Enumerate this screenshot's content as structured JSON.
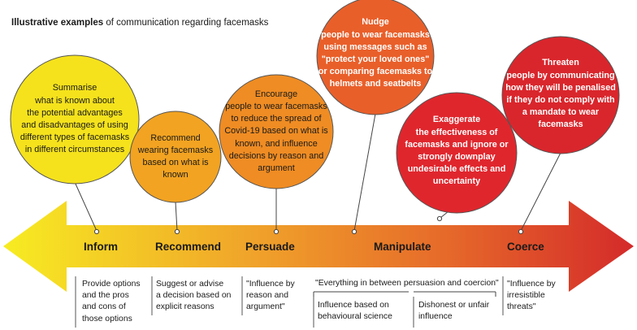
{
  "title": {
    "bold": "Illustrative examples",
    "rest": " of communication regarding facemasks"
  },
  "bubbles": {
    "inform": {
      "lines": [
        "Summarise",
        "what is known about",
        "the potential advantages",
        "and disadvantages of using",
        "different types of facemasks",
        "in different circumstances"
      ],
      "color": "#f5e21c"
    },
    "recommend": {
      "lines": [
        "Recommend",
        "wearing facemasks",
        "based on what is",
        "known"
      ],
      "color": "#f2a321"
    },
    "persuade": {
      "lines": [
        "Encourage",
        "people to wear facemasks",
        "to reduce the spread of",
        "Covid-19 based on what is",
        "known, and influence",
        "decisions by reason and",
        "argument"
      ],
      "color": "#ef8c23"
    },
    "nudge": {
      "lines": [
        "Nudge",
        "people to wear facemasks",
        "using messages such as",
        "\"protect your loved ones\"",
        "or comparing facemasks to",
        "helmets and seatbelts"
      ],
      "color": "#e95f2a"
    },
    "exaggerate": {
      "lines": [
        "Exaggerate",
        "the effectiveness of",
        "facemasks and ignore or",
        "strongly downplay",
        "undesirable effects and",
        "uncertainty"
      ],
      "color": "#e0262d"
    },
    "threaten": {
      "lines": [
        "Threaten",
        "people by communicating",
        "how they will be penalised",
        "if they do not comply with",
        "a mandate to wear",
        "facemasks"
      ],
      "color": "#d9262c"
    }
  },
  "stages": {
    "inform": "Inform",
    "recommend": "Recommend",
    "persuade": "Persuade",
    "manipulate": "Manipulate",
    "coerce": "Coerce"
  },
  "descriptions": {
    "inform": [
      "Provide options",
      "and the pros",
      "and cons of",
      "those options"
    ],
    "recommend": [
      "Suggest or advise",
      "a decision based on",
      "explicit reasons"
    ],
    "persuade": [
      "\"Influence by",
      "reason and",
      "argument\""
    ],
    "manipulate_header": "\"Everything in between persuasion and coercion\"",
    "manipulate_left": [
      "Influence based on",
      "behavioural science"
    ],
    "manipulate_right": [
      "Dishonest or unfair",
      "influence"
    ],
    "coerce": [
      "\"Influence by",
      "irresistible",
      "threats\""
    ]
  },
  "colors": {
    "arrow_start": "#f7ec22",
    "arrow_end": "#d42a2a",
    "bubble_stroke": "#555555",
    "line": "#444444"
  }
}
